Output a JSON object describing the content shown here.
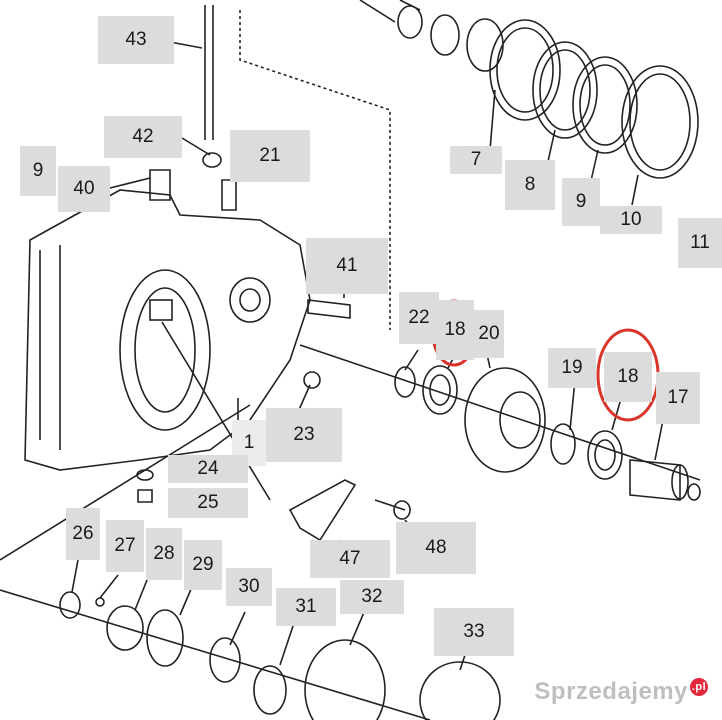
{
  "diagram": {
    "labels": {
      "l1": "1",
      "l7": "7",
      "l8": "8",
      "l9a": "9",
      "l9b": "9",
      "l10": "10",
      "l11": "11",
      "l17": "17",
      "l18a": "18",
      "l18b": "18",
      "l19": "19",
      "l20": "20",
      "l21": "21",
      "l22": "22",
      "l23": "23",
      "l24": "24",
      "l25": "25",
      "l26": "26",
      "l27": "27",
      "l28": "28",
      "l29": "29",
      "l30": "30",
      "l31": "31",
      "l32": "32",
      "l33": "33",
      "l40": "40",
      "l41": "41",
      "l42": "42",
      "l43": "43",
      "l47": "47",
      "l48": "48"
    },
    "highlight_color": "#d9352b",
    "label_background": "#dcdcdc"
  },
  "watermark": {
    "text": "Sprzedajemy",
    "badge": ".pl"
  }
}
